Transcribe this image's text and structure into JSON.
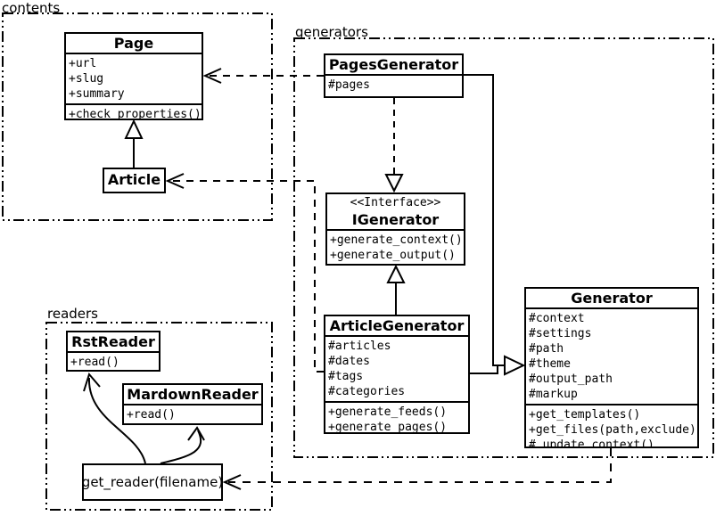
{
  "packages": {
    "contents": {
      "label": "contents"
    },
    "generators": {
      "label": "generators"
    },
    "readers": {
      "label": "readers"
    }
  },
  "classes": {
    "page": {
      "name": "Page",
      "attributes": [
        "+url",
        "+slug",
        "+summary"
      ],
      "methods": [
        "+check_properties()"
      ]
    },
    "article": {
      "name": "Article"
    },
    "pages_generator": {
      "name": "PagesGenerator",
      "attributes": [
        "#pages"
      ]
    },
    "igenerator": {
      "stereotype": "<<Interface>>",
      "name": "IGenerator",
      "methods": [
        "+generate_context()",
        "+generate_output()"
      ]
    },
    "article_generator": {
      "name": "ArticleGenerator",
      "attributes": [
        "#articles",
        "#dates",
        "#tags",
        "#categories"
      ],
      "methods": [
        "+generate_feeds()",
        "+generate_pages()"
      ]
    },
    "generator": {
      "name": "Generator",
      "attributes": [
        "#context",
        "#settings",
        "#path",
        "#theme",
        "#output_path",
        "#markup"
      ],
      "methods": [
        "+get_templates()",
        "+get_files(path,exclude)",
        "#_update_context()"
      ]
    },
    "rst_reader": {
      "name": "RstReader",
      "methods": [
        "+read()"
      ]
    },
    "mardown_reader": {
      "name": "MardownReader",
      "methods": [
        "+read()"
      ]
    },
    "get_reader": {
      "name": "get_reader(filename)"
    }
  },
  "colors": {
    "line": "#000000",
    "background": "#ffffff"
  }
}
